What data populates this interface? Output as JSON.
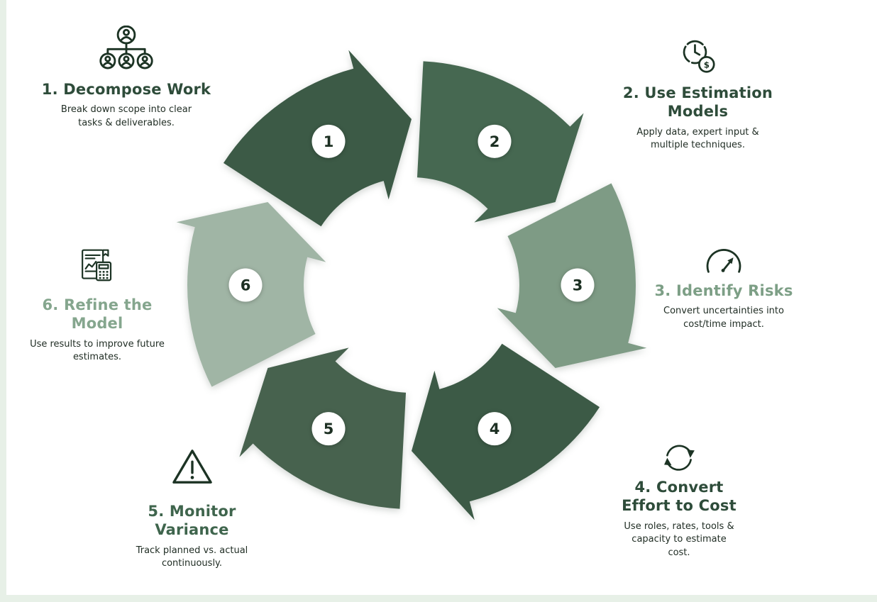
{
  "colors": {
    "background": "#ffffff",
    "edge_tint": "#e7f0e7",
    "icon": "#1c3324",
    "number_text": "#1d3023",
    "body_text": "#212e25",
    "heading_dark": "#2e4c3a",
    "heading_sage": "#7d9f86"
  },
  "cycle": {
    "type": "cycle-diagram",
    "segments": [
      {
        "number": "1",
        "color": "#3c5a46",
        "center_angle": -30
      },
      {
        "number": "2",
        "color": "#466851",
        "center_angle": 30
      },
      {
        "number": "3",
        "color": "#7e9b85",
        "center_angle": 90
      },
      {
        "number": "4",
        "color": "#3c5a46",
        "center_angle": 150
      },
      {
        "number": "5",
        "color": "#47624e",
        "center_angle": 210
      },
      {
        "number": "6",
        "color": "#a0b5a5",
        "center_angle": 270
      }
    ]
  },
  "steps": [
    {
      "title": "1. Decompose Work",
      "description": "Break down scope into clear tasks & deliverables.",
      "icon": "org-chart-icon",
      "title_color": "#2e4c3a"
    },
    {
      "title": "2. Use Estimation Models",
      "description": "Apply data, expert input & multiple techniques.",
      "icon": "clock-dollar-icon",
      "title_color": "#2e4c3a"
    },
    {
      "title": "3. Identify Risks",
      "description": "Convert uncertainties into cost/time impact.",
      "icon": "gauge-icon",
      "title_color": "#7d9f86"
    },
    {
      "title": "4. Convert Effort to Cost",
      "description": "Use roles, rates, tools & capacity to estimate cost.",
      "icon": "sync-arrows-icon",
      "title_color": "#2e4c3a"
    },
    {
      "title": "5. Monitor Variance",
      "description": "Track planned vs. actual continuously.",
      "icon": "warning-triangle-icon",
      "title_color": "#3f654d"
    },
    {
      "title": "6. Refine the Model",
      "description": "Use results to improve future estimates.",
      "icon": "report-calculator-icon",
      "title_color": "#85a68e"
    }
  ]
}
